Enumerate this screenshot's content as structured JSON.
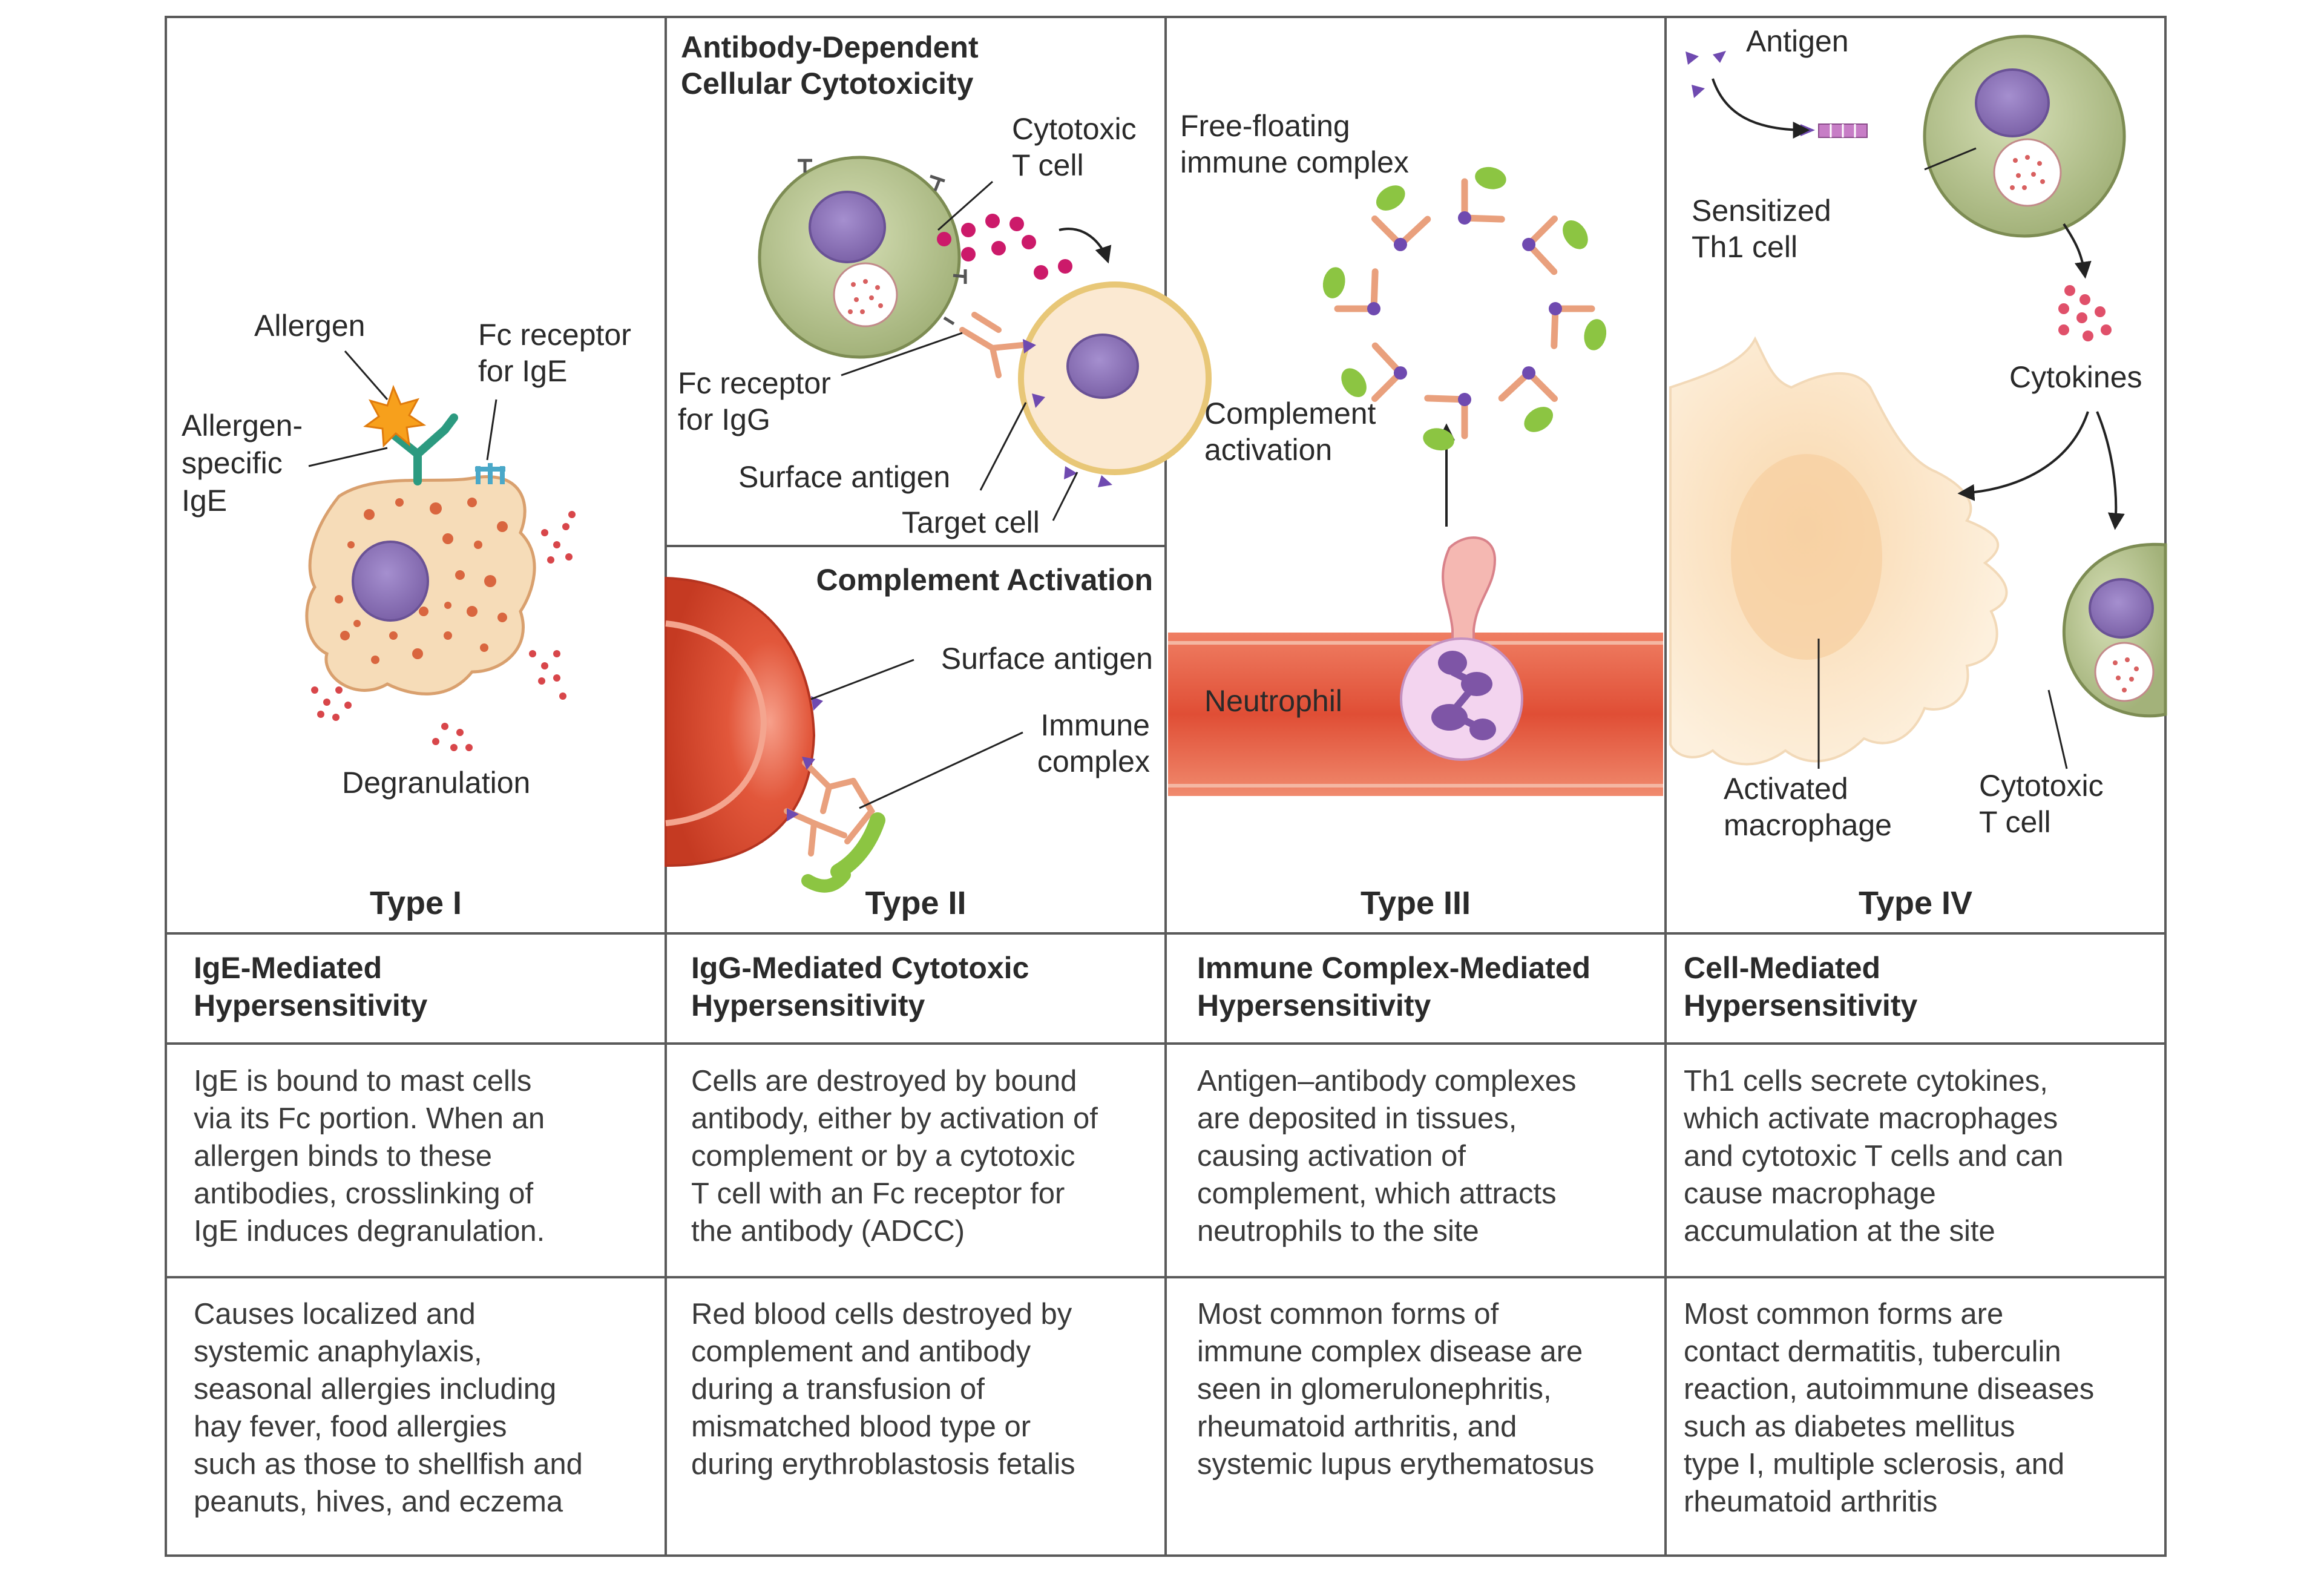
{
  "panels": [
    {
      "type_label": "Type I",
      "labels": {
        "allergen": "Allergen",
        "fc_receptor": [
          "Fc receptor",
          "for IgE"
        ],
        "allergen_specific": [
          "Allergen-",
          "specific",
          "IgE"
        ],
        "degranulation": "Degranulation"
      },
      "heading": "IgE-Mediated\nHypersensitivity",
      "mechanism": "IgE is bound to mast cells\nvia its Fc portion. When an\nallergen binds to these\nantibodies, crosslinking of\nIgE induces degranulation.",
      "examples": "Causes localized and\nsystemic anaphylaxis,\nseasonal allergies including\nhay fever, food allergies\nsuch as those to shellfish and\npeanuts, hives, and eczema"
    },
    {
      "type_label": "Type II",
      "adcc": {
        "title": [
          "Antibody-Dependent",
          "Cellular Cytotoxicity"
        ],
        "cytotoxic": [
          "Cytotoxic",
          "T cell"
        ],
        "fc_receptor": [
          "Fc receptor",
          "for IgG"
        ],
        "surface_antigen": "Surface antigen",
        "target_cell": "Target cell"
      },
      "complement": {
        "title": "Complement Activation",
        "surface_antigen": "Surface antigen",
        "immune_complex": [
          "Immune",
          "complex"
        ]
      },
      "heading": "IgG-Mediated Cytotoxic\nHypersensitivity",
      "mechanism": "Cells are destroyed by bound\nantibody, either by activation of\ncomplement or by a cytotoxic\nT cell with an Fc receptor for\nthe antibody (ADCC)",
      "examples": "Red blood cells destroyed by\ncomplement and antibody\nduring a transfusion of\nmismatched blood type or\nduring erythroblastosis fetalis"
    },
    {
      "type_label": "Type III",
      "labels": {
        "free_floating": [
          "Free-floating",
          "immune complex"
        ],
        "complement": [
          "Complement",
          "activation"
        ],
        "neutrophil": "Neutrophil"
      },
      "heading": "Immune Complex-Mediated\nHypersensitivity",
      "mechanism": "Antigen–antibody complexes\nare deposited in tissues,\ncausing activation of\ncomplement, which attracts\nneutrophils to the site",
      "examples": "Most common forms of\nimmune complex disease are\nseen in glomerulonephritis,\nrheumatoid arthritis, and\nsystemic lupus erythematosus"
    },
    {
      "type_label": "Type IV",
      "labels": {
        "antigen": "Antigen",
        "sensitized": [
          "Sensitized",
          "Th1 cell"
        ],
        "cytokines": "Cytokines",
        "macrophage": [
          "Activated",
          "macrophage"
        ],
        "cytotoxic": [
          "Cytotoxic",
          "T cell"
        ]
      },
      "heading": "Cell-Mediated\nHypersensitivity",
      "mechanism": "Th1 cells secrete cytokines,\nwhich activate macrophages\nand cytotoxic T cells and can\ncause macrophage\naccumulation at the site",
      "examples": "Most common forms are\ncontact dermatitis, tuberculin\nreaction, autoimmune diseases\nsuch as diabetes mellitus\ntype I, multiple sclerosis, and\nrheumatoid arthritis"
    }
  ],
  "colors": {
    "grid": "#555555",
    "mast_cell": "#f6dcb8",
    "granule": "#d9663f",
    "nucleus": "#8f76b8",
    "t_cell": "#b7c38f",
    "target_cell": "#fbe9d2",
    "rbc": "#d8452c",
    "vessel": "#e5563c",
    "antibody_type1": "#2c9a80",
    "antibody": "#e9a07d",
    "antigen": "#6f4ab0",
    "complement": "#8cc542",
    "cytokine": "#e0506a",
    "macrophage": "#fbe3c6"
  }
}
